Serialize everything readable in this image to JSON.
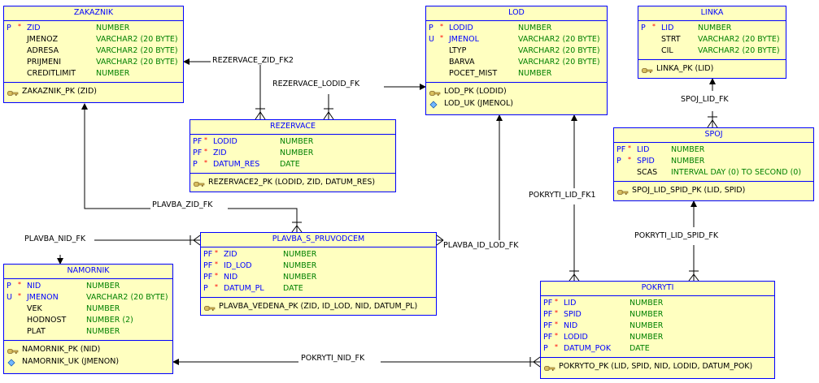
{
  "tables": {
    "zakaznik": {
      "name": "ZAKAZNIK",
      "columns": [
        {
          "key": "P",
          "req": "*",
          "name": "ZID",
          "type": "NUMBER"
        },
        {
          "key": "",
          "req": "",
          "name": "JMENOZ",
          "type": "VARCHAR2 (20 BYTE)"
        },
        {
          "key": "",
          "req": "",
          "name": "ADRESA",
          "type": "VARCHAR2 (20 BYTE)"
        },
        {
          "key": "",
          "req": "",
          "name": "PRIJMENI",
          "type": "VARCHAR2 (20 BYTE)"
        },
        {
          "key": "",
          "req": "",
          "name": "CREDITLIMIT",
          "type": "NUMBER"
        }
      ],
      "keys": [
        {
          "icon": "primary-key-icon",
          "text": "ZAKAZNIK_PK (ZID)"
        }
      ]
    },
    "lod": {
      "name": "LOD",
      "columns": [
        {
          "key": "P",
          "req": "*",
          "name": "LODID",
          "type": "NUMBER"
        },
        {
          "key": "U",
          "req": "*",
          "name": "JMENOL",
          "type": "VARCHAR2 (20 BYTE)"
        },
        {
          "key": "",
          "req": "",
          "name": "LTYP",
          "type": "VARCHAR2 (20 BYTE)"
        },
        {
          "key": "",
          "req": "",
          "name": "BARVA",
          "type": "VARCHAR2 (20 BYTE)"
        },
        {
          "key": "",
          "req": "",
          "name": "POCET_MIST",
          "type": "NUMBER"
        }
      ],
      "keys": [
        {
          "icon": "primary-key-icon",
          "text": "LOD_PK (LODID)"
        },
        {
          "icon": "unique-key-icon",
          "text": "LOD_UK (JMENOL)"
        }
      ]
    },
    "linka": {
      "name": "LINKA",
      "columns": [
        {
          "key": "P",
          "req": "*",
          "name": "LID",
          "type": "NUMBER"
        },
        {
          "key": "",
          "req": "",
          "name": "STRT",
          "type": "VARCHAR2 (20 BYTE)"
        },
        {
          "key": "",
          "req": "",
          "name": "CIL",
          "type": "VARCHAR2 (20 BYTE)"
        }
      ],
      "keys": [
        {
          "icon": "primary-key-icon",
          "text": "LINKA_PK (LID)"
        }
      ]
    },
    "rezervace": {
      "name": "REZERVACE",
      "columns": [
        {
          "key": "PF",
          "req": "*",
          "name": "LODID",
          "type": "NUMBER"
        },
        {
          "key": "PF",
          "req": "*",
          "name": "ZID",
          "type": "NUMBER"
        },
        {
          "key": "P",
          "req": "*",
          "name": "DATUM_RES",
          "type": "DATE"
        }
      ],
      "keys": [
        {
          "icon": "primary-key-icon",
          "text": "REZERVACE2_PK (LODID, ZID, DATUM_RES)"
        }
      ]
    },
    "spoj": {
      "name": "SPOJ",
      "columns": [
        {
          "key": "PF",
          "req": "*",
          "name": "LID",
          "type": "NUMBER"
        },
        {
          "key": "P",
          "req": "*",
          "name": "SPID",
          "type": "NUMBER"
        },
        {
          "key": "",
          "req": "",
          "name": "SCAS",
          "type": "INTERVAL DAY (0) TO SECOND (0)"
        }
      ],
      "keys": [
        {
          "icon": "primary-key-icon",
          "text": "SPOJ_LID_SPID_PK (LID, SPID)"
        }
      ]
    },
    "plavba": {
      "name": "PLAVBA_S_PRUVODCEM",
      "columns": [
        {
          "key": "PF",
          "req": "*",
          "name": "ZID",
          "type": "NUMBER"
        },
        {
          "key": "PF",
          "req": "*",
          "name": "ID_LOD",
          "type": "NUMBER"
        },
        {
          "key": "PF",
          "req": "*",
          "name": "NID",
          "type": "NUMBER"
        },
        {
          "key": "P",
          "req": "*",
          "name": "DATUM_PL",
          "type": "DATE"
        }
      ],
      "keys": [
        {
          "icon": "primary-key-icon",
          "text": "PLAVBA_VEDENA_PK (ZID, ID_LOD, NID, DATUM_PL)"
        }
      ]
    },
    "namornik": {
      "name": "NAMORNIK",
      "columns": [
        {
          "key": "P",
          "req": "*",
          "name": "NID",
          "type": "NUMBER"
        },
        {
          "key": "U",
          "req": "*",
          "name": "JMENON",
          "type": "VARCHAR2 (20 BYTE)"
        },
        {
          "key": "",
          "req": "",
          "name": "VEK",
          "type": "NUMBER"
        },
        {
          "key": "",
          "req": "",
          "name": "HODNOST",
          "type": "NUMBER (2)"
        },
        {
          "key": "",
          "req": "",
          "name": "PLAT",
          "type": "NUMBER"
        }
      ],
      "keys": [
        {
          "icon": "primary-key-icon",
          "text": "NAMORNIK_PK (NID)"
        },
        {
          "icon": "unique-key-icon",
          "text": "NAMORNIK_UK (JMENON)"
        }
      ]
    },
    "pokryti": {
      "name": "POKRYTI",
      "columns": [
        {
          "key": "PF",
          "req": "*",
          "name": "LID",
          "type": "NUMBER"
        },
        {
          "key": "PF",
          "req": "*",
          "name": "SPID",
          "type": "NUMBER"
        },
        {
          "key": "PF",
          "req": "*",
          "name": "NID",
          "type": "NUMBER"
        },
        {
          "key": "PF",
          "req": "*",
          "name": "LODID",
          "type": "NUMBER"
        },
        {
          "key": "P",
          "req": "*",
          "name": "DATUM_POK",
          "type": "DATE"
        }
      ],
      "keys": [
        {
          "icon": "primary-key-icon",
          "text": "POKRYTO_PK (LID, SPID, NID, LODID, DATUM_POK)"
        }
      ]
    }
  },
  "relationships": [
    {
      "id": "rezervace_zid_fk2",
      "label": "REZERVACE_ZID_FK2",
      "from": "REZERVACE",
      "to": "ZAKAZNIK"
    },
    {
      "id": "rezervace_lodid_fk",
      "label": "REZERVACE_LODID_FK",
      "from": "REZERVACE",
      "to": "LOD"
    },
    {
      "id": "spoj_lid_fk",
      "label": "SPOJ_LID_FK",
      "from": "SPOJ",
      "to": "LINKA"
    },
    {
      "id": "pokryti_lid_fk1",
      "label": "POKRYTI_LID_FK1",
      "from": "POKRYTI",
      "to": "LOD"
    },
    {
      "id": "plavba_zid_fk",
      "label": "PLAVBA_ZID_FK",
      "from": "PLAVBA_S_PRUVODCEM",
      "to": "ZAKAZNIK"
    },
    {
      "id": "plavba_nid_fk",
      "label": "PLAVBA_NID_FK",
      "from": "PLAVBA_S_PRUVODCEM",
      "to": "NAMORNIK"
    },
    {
      "id": "plavba_id_lod_fk",
      "label": "PLAVBA_ID_LOD_FK",
      "from": "PLAVBA_S_PRUVODCEM",
      "to": "LOD"
    },
    {
      "id": "pokryti_lid_spid_fk",
      "label": "POKRYTI_LID_SPID_FK",
      "from": "POKRYTI",
      "to": "SPOJ"
    },
    {
      "id": "pokryti_nid_fk",
      "label": "POKRYTI_NID_FK",
      "from": "POKRYTI",
      "to": "NAMORNIK"
    }
  ],
  "colors": {
    "table_fill": "#ffffc0",
    "table_border": "#0000ff",
    "key_column": "#0000ff",
    "datatype": "#008000",
    "mandatory": "#ff0000",
    "line": "#000000"
  }
}
